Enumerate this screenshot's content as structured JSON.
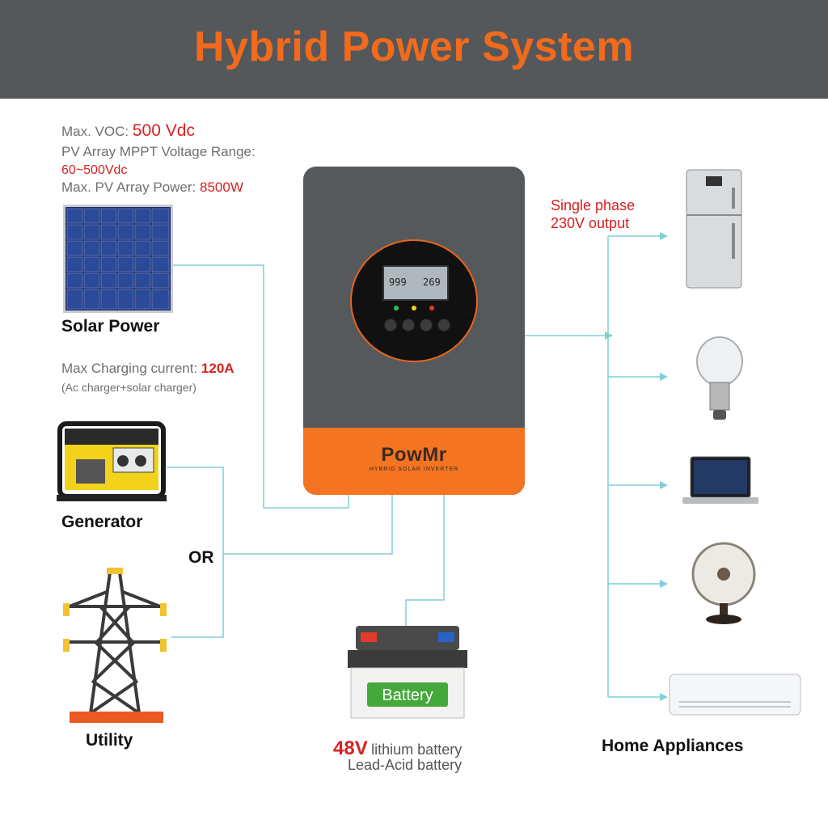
{
  "title": "Hybrid Power System",
  "pv_specs": {
    "max_voc_label": "Max. VOC:",
    "max_voc_value": "500 Vdc",
    "mppt_label": "PV Array MPPT Voltage Range:",
    "mppt_value": "60~500Vdc",
    "max_power_label": "Max. PV Array Power:",
    "max_power_value": "8500W"
  },
  "solar_label": "Solar Power",
  "charging": {
    "label": "Max Charging current:",
    "value": "120A",
    "note": "(Ac charger+solar charger)"
  },
  "generator_label": "Generator",
  "or_label": "OR",
  "utility_label": "Utility",
  "inverter": {
    "brand": "PowMr",
    "subtitle": "HYBRID SOLAR INVERTER",
    "lcd_left": "999",
    "lcd_right": "269"
  },
  "output": {
    "line1": "Single phase",
    "line2": "230V output"
  },
  "battery": {
    "case_label": "Battery",
    "voltage": "48V",
    "type1": "lithium battery",
    "type2": "Lead-Acid battery"
  },
  "appliances_label": "Home Appliances",
  "colors": {
    "banner": "#55585b",
    "accent": "#f26a1b",
    "highlight_red": "#d9201f",
    "wire": "#7fcfd6"
  }
}
